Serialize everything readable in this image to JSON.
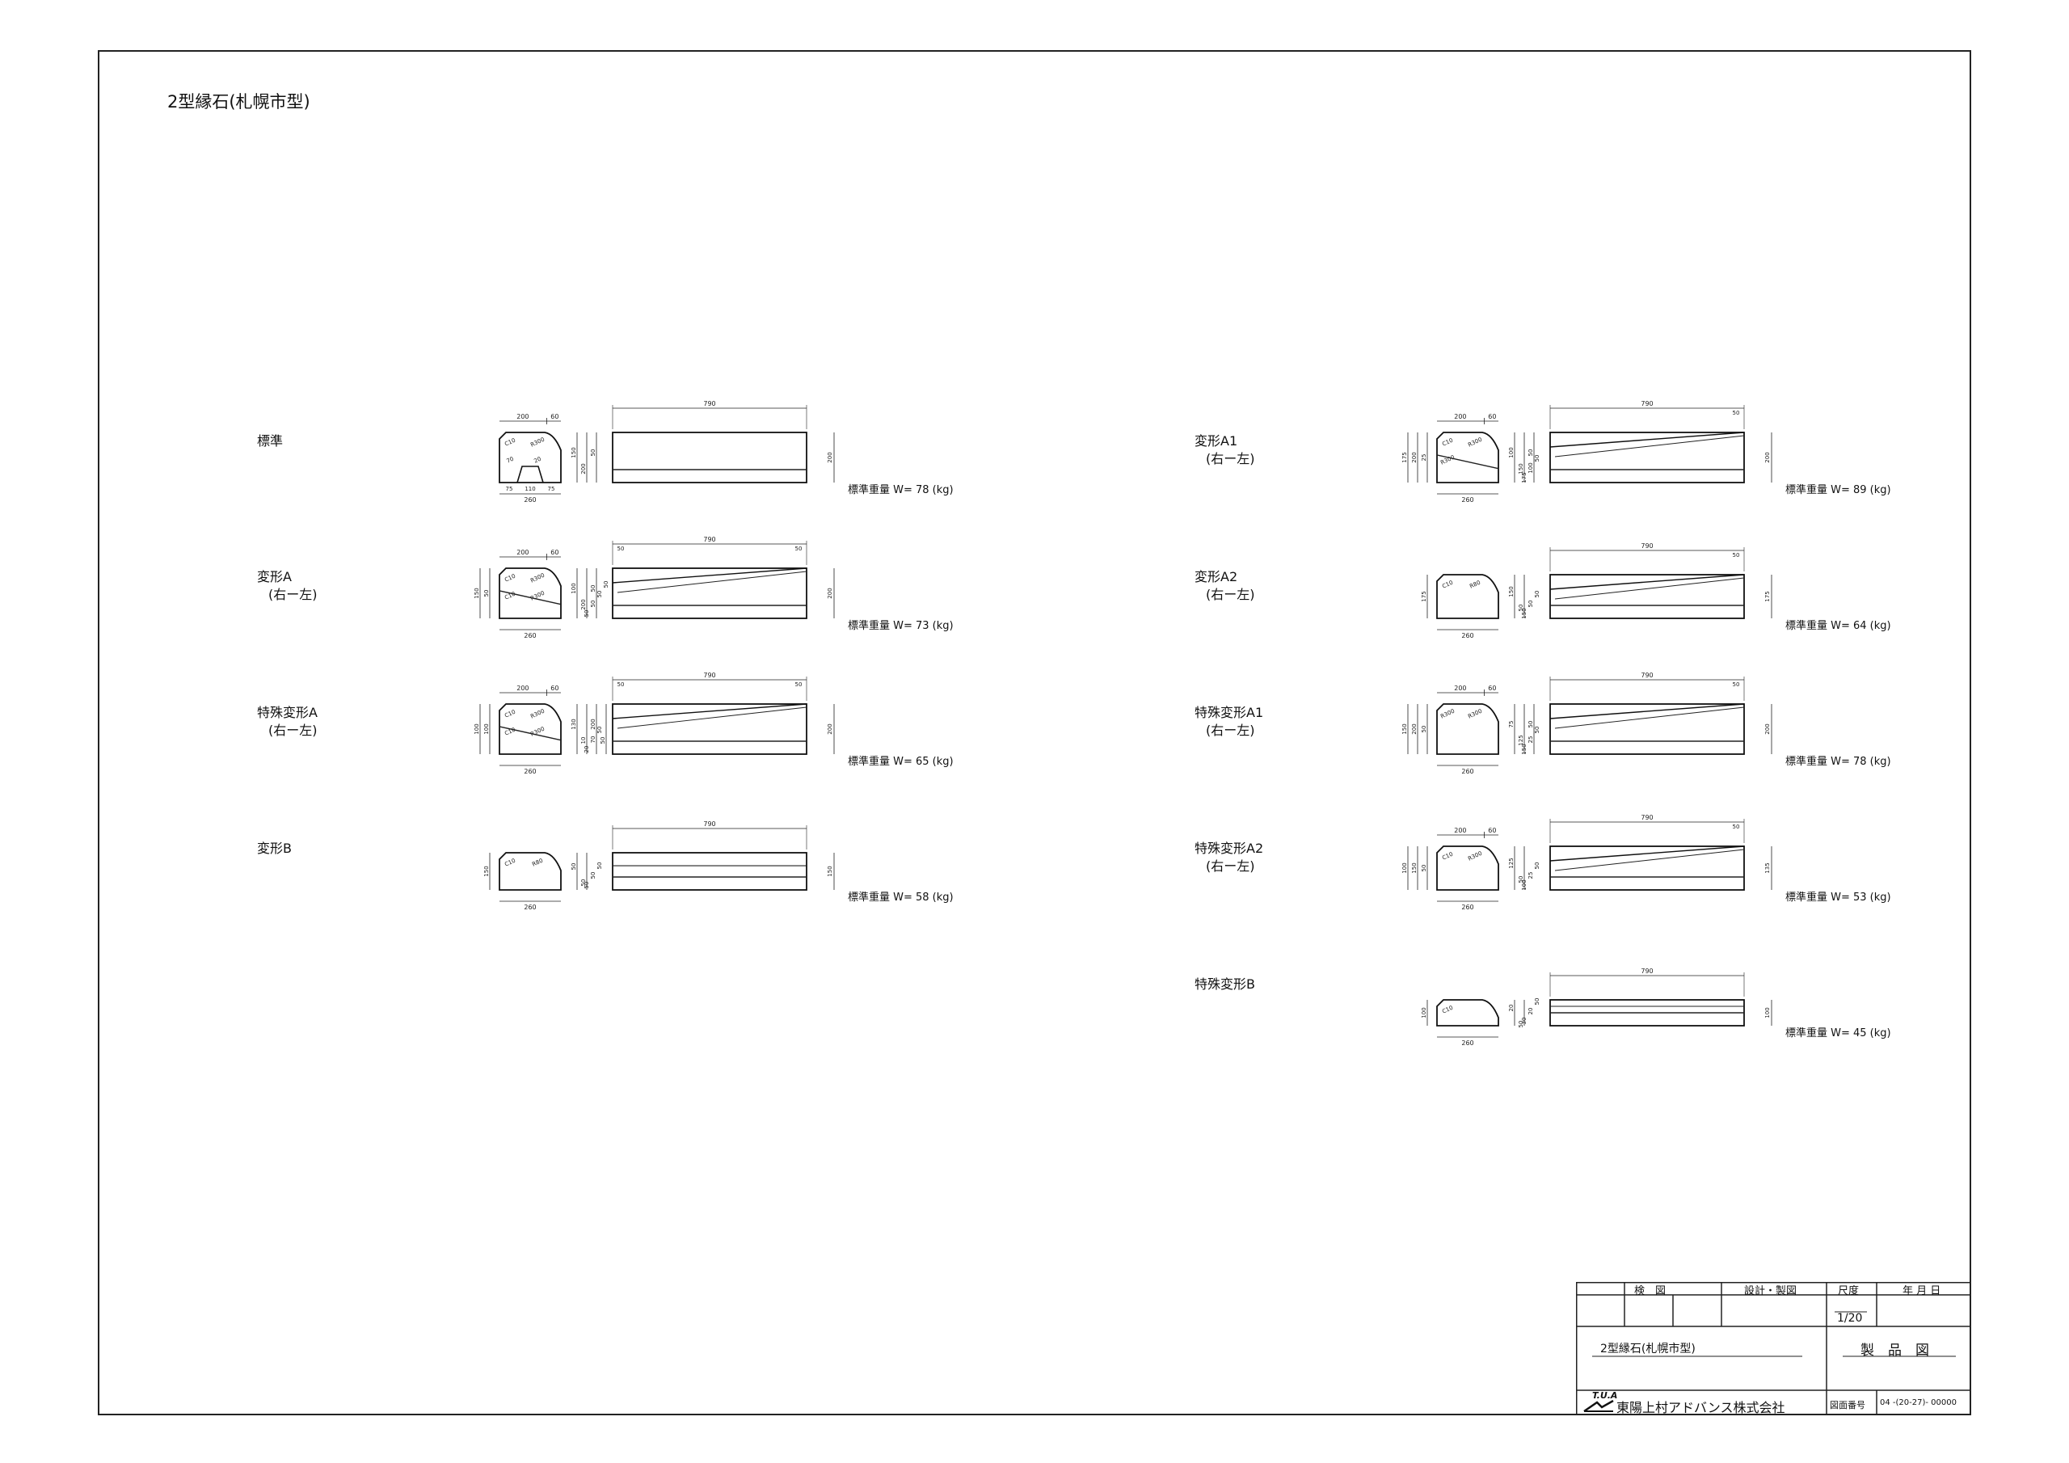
{
  "sheet_title": "2型縁石(札幌市型)",
  "left_column": [
    {
      "name": "標準",
      "sub": "",
      "weight": "標準重量 W= 78 (kg)",
      "sec_top": [
        "200",
        "60"
      ],
      "sec_bottom": [
        "75",
        "110",
        "75"
      ],
      "sec_total": "260",
      "sec_right": [
        "150",
        "200",
        "50"
      ],
      "sec_notes": [
        "C10",
        "R300",
        "70",
        "20"
      ],
      "side_len": "790",
      "side_right": "200",
      "side_left": []
    },
    {
      "name": "変形A",
      "sub": "(右ー左)",
      "weight": "標準重量 W= 73 (kg)",
      "sec_top": [
        "200",
        "60"
      ],
      "sec_bottom": [],
      "sec_total": "260",
      "sec_right": [
        "100",
        "200",
        "50"
      ],
      "sec_left": [
        "50",
        "150"
      ],
      "sec_notes": [
        "C10",
        "R300",
        "C10",
        "R300"
      ],
      "side_len": "790",
      "side_right": "200",
      "side_left": [
        "50",
        "50",
        "50",
        "50"
      ],
      "side_marks": [
        "50",
        "50"
      ]
    },
    {
      "name": "特殊変形A",
      "sub": "(右ー左)",
      "weight": "標準重量 W= 65 (kg)",
      "sec_top": [
        "200",
        "60"
      ],
      "sec_bottom": [],
      "sec_total": "260",
      "sec_right": [
        "130",
        "10",
        "200",
        "50"
      ],
      "sec_left": [
        "100",
        "100"
      ],
      "sec_notes": [
        "C10",
        "R300",
        "C10",
        "R300"
      ],
      "side_len": "790",
      "side_right": "200",
      "side_left": [
        "20",
        "70",
        "50"
      ],
      "side_marks": [
        "50",
        "50"
      ]
    },
    {
      "name": "変形B",
      "sub": "",
      "weight": "標準重量 W= 58 (kg)",
      "sec_top": [],
      "sec_bottom": [],
      "sec_total": "260",
      "sec_right": [
        "50",
        "50"
      ],
      "sec_left": [
        "150"
      ],
      "sec_notes": [
        "C10",
        "R80"
      ],
      "side_len": "790",
      "side_right": "150",
      "side_left": [
        "50",
        "50",
        "50"
      ]
    }
  ],
  "right_column": [
    {
      "name": "変形A1",
      "sub": "(右ー左)",
      "weight": "標準重量 W= 89 (kg)",
      "sec_top": [
        "200",
        "60"
      ],
      "sec_total": "260",
      "sec_right": [
        "100",
        "150",
        "50"
      ],
      "sec_left": [
        "25",
        "200",
        "175"
      ],
      "sec_notes": [
        "C10",
        "R300",
        "R300"
      ],
      "side_len": "790",
      "side_right": "200",
      "side_left": [
        "175",
        "100",
        "50"
      ],
      "side_marks": [
        "50"
      ]
    },
    {
      "name": "変形A2",
      "sub": "(右ー左)",
      "weight": "標準重量 W= 64 (kg)",
      "sec_top": [],
      "sec_total": "260",
      "sec_right": [
        "150",
        "50"
      ],
      "sec_left": [
        "175"
      ],
      "sec_notes": [
        "C10",
        "R80"
      ],
      "side_len": "790",
      "side_right": "175",
      "side_left": [
        "150",
        "50",
        "50"
      ],
      "side_marks": [
        "50"
      ]
    },
    {
      "name": "特殊変形A1",
      "sub": "(右ー左)",
      "weight": "標準重量 W= 78 (kg)",
      "sec_top": [
        "200",
        "60"
      ],
      "sec_total": "260",
      "sec_right": [
        "75",
        "125",
        "50"
      ],
      "sec_left": [
        "50",
        "200",
        "150"
      ],
      "sec_notes": [
        "R300",
        "R300"
      ],
      "side_len": "790",
      "side_right": "200",
      "side_left": [
        "150",
        "25",
        "50"
      ],
      "side_marks": [
        "50"
      ]
    },
    {
      "name": "特殊変形A2",
      "sub": "(右ー左)",
      "weight": "標準重量 W= 53 (kg)",
      "sec_top": [
        "200",
        "60"
      ],
      "sec_total": "260",
      "sec_right": [
        "125",
        "50"
      ],
      "sec_left": [
        "50",
        "150",
        "100"
      ],
      "sec_notes": [
        "C10",
        "R300"
      ],
      "side_len": "790",
      "side_right": "135",
      "side_left": [
        "100",
        "25",
        "50"
      ],
      "side_marks": [
        "50"
      ]
    },
    {
      "name": "特殊変形B",
      "sub": "",
      "weight": "標準重量 W= 45 (kg)",
      "sec_top": [],
      "sec_total": "260",
      "sec_right": [
        "20",
        "50"
      ],
      "sec_left": [
        "100"
      ],
      "sec_notes": [
        "C10"
      ],
      "side_len": "790",
      "side_right": "100",
      "side_left": [
        "30",
        "20",
        "50"
      ]
    }
  ],
  "title_block": {
    "headers": [
      "検　図",
      "設計・製図",
      "尺度",
      "年 月 日"
    ],
    "scale": "1/20",
    "drawing_name": "2型縁石(札幌市型)",
    "drawing_type": "製　品　図",
    "logo_text": "T.U.A",
    "company": "東陽上村アドバンス株式会社",
    "number_label": "図面番号",
    "number": "04 -(20-27)- 00000"
  }
}
